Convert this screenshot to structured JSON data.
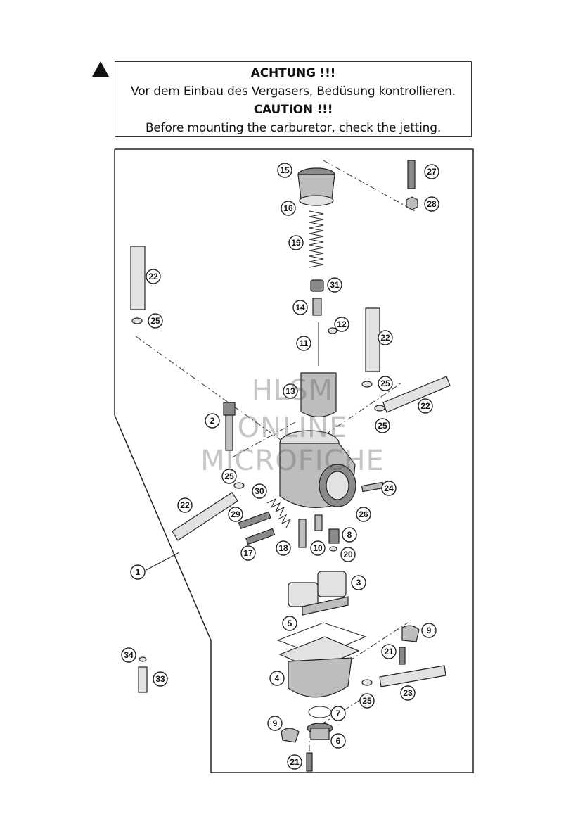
{
  "notice": {
    "title_de": "ACHTUNG !!!",
    "text_de": "Vor dem Einbau des Vergasers, Bedüsung kontrollieren.",
    "title_en": "CAUTION !!!",
    "text_en": "Before mounting the carburetor, check the jetting."
  },
  "watermark": {
    "line1": "HLSM",
    "line2": "ONLINE",
    "line3": "MICROFICHE"
  },
  "callouts": {
    "c1": "1",
    "c2": "2",
    "c3": "3",
    "c4": "4",
    "c5": "5",
    "c6": "6",
    "c7": "7",
    "c8": "8",
    "c9a": "9",
    "c9b": "9",
    "c10": "10",
    "c11": "11",
    "c12": "12",
    "c13": "13",
    "c14": "14",
    "c15": "15",
    "c16": "16",
    "c17": "17",
    "c18": "18",
    "c19": "19",
    "c20": "20",
    "c21a": "21",
    "c21b": "21",
    "c22a": "22",
    "c22b": "22",
    "c22c": "22",
    "c22d": "22",
    "c23": "23",
    "c24": "24",
    "c25a": "25",
    "c25b": "25",
    "c25c": "25",
    "c25d": "25",
    "c25e": "25",
    "c26": "26",
    "c27": "27",
    "c28": "28",
    "c29": "29",
    "c30": "30",
    "c31": "31",
    "c33": "33",
    "c34": "34"
  }
}
